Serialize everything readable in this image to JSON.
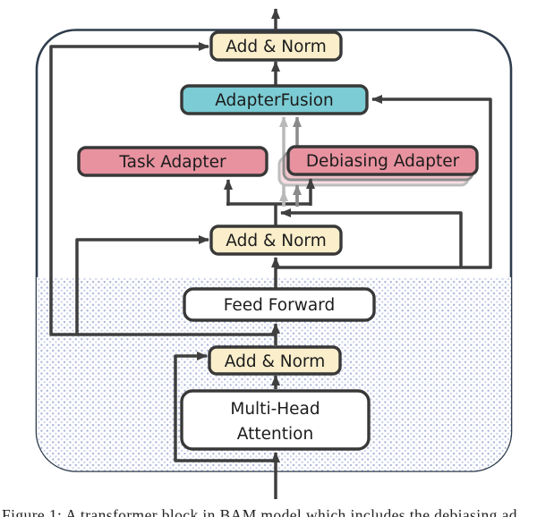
{
  "figure": {
    "boxes": {
      "add_norm_top": "Add & Norm",
      "adapter_fusion": "AdapterFusion",
      "task_adapter": "Task Adapter",
      "debiasing_adapter": "Debiasing Adapter",
      "add_norm_middle": "Add & Norm",
      "feed_forward": "Feed Forward",
      "mha_line1": "Multi-Head",
      "mha_line2": "Attention",
      "add_norm_bottom": "Add & Norm"
    },
    "colors": {
      "add_norm_fill": "#faeecb",
      "adapter_fusion_fill": "#7bccd4",
      "adapter_fill": "#e8929f",
      "ghost_adapter_fill_1": "#eec3ca",
      "ghost_adapter_fill_2": "#f7dee2",
      "plain_box_fill": "#ffffff",
      "line": "#3f3f3f",
      "gray_arrow": "#8a8a8a",
      "light_gray_arrow": "#b9b9b9",
      "frame": "#2f3d4d",
      "stipple_dot": "#a3aed2"
    },
    "caption": "Figure 1: A transformer block in BAM model which includes the debiasing ad"
  }
}
